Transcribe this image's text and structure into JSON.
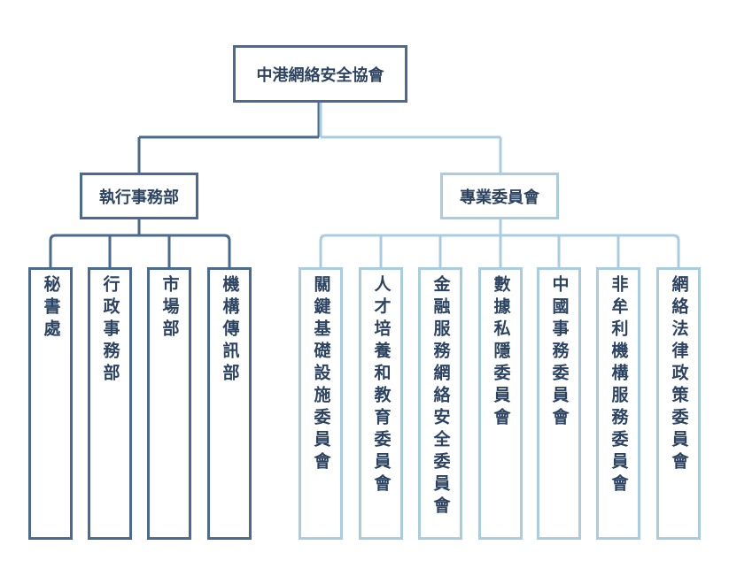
{
  "root": "中港網絡安全協會",
  "branches": [
    {
      "label": "執行事務部",
      "children": [
        "秘書處",
        "行政事務部",
        "市場部",
        "機構傳訊部"
      ]
    },
    {
      "label": "專業委員會",
      "children": [
        "關鍵基礎設施委員會",
        "人才培養和教育委員會",
        "金融服務網絡安全委員會",
        "數據私隱委員會",
        "中國事務委員會",
        "非牟利機構服務委員會",
        "網絡法律政策委員會"
      ]
    }
  ],
  "colors": {
    "dark": "#4a6a8f",
    "light": "#a9cde0",
    "text": "#2c4462"
  }
}
